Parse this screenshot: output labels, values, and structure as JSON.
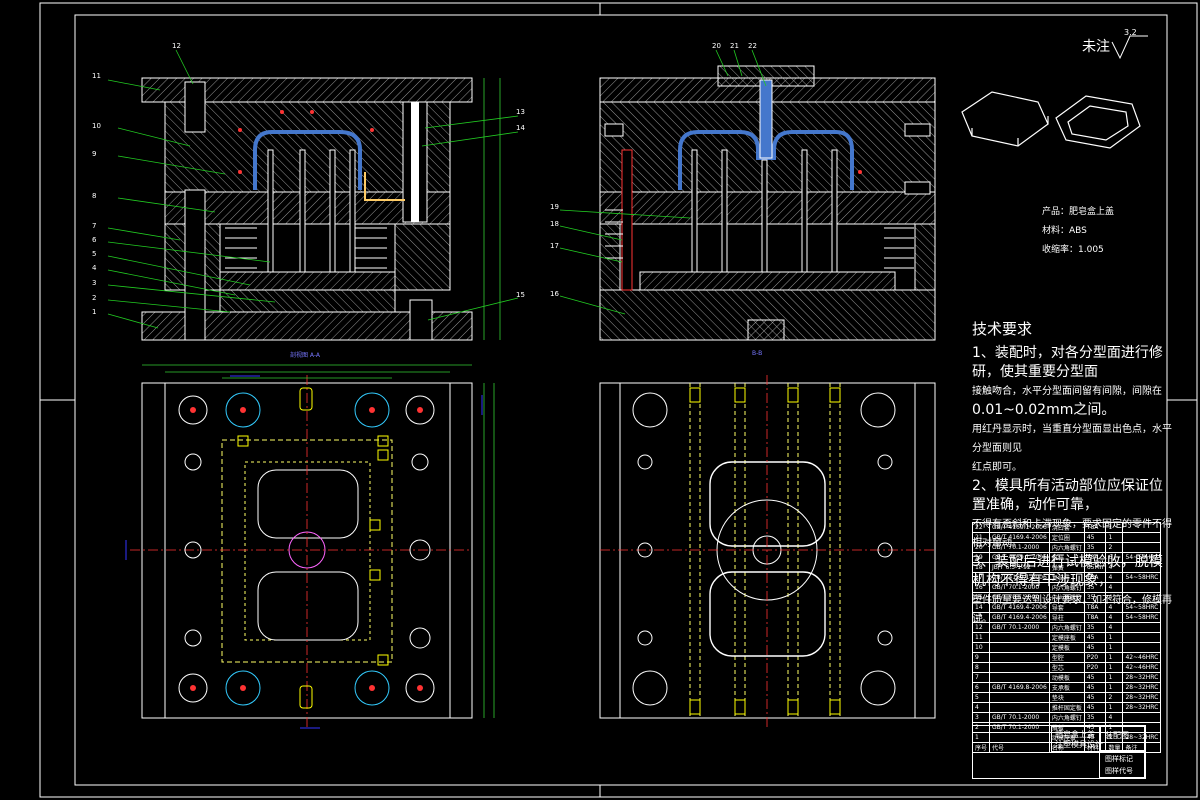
{
  "sheet": {
    "roughness_note": "未注",
    "roughness_value": "3.2",
    "view_label_left": "剖视图 A-A",
    "view_label_right": "B-B"
  },
  "product": {
    "name_label": "产品：肥皂盒上盖",
    "material_label": "材料：ABS",
    "shrink_label": "收缩率：1.005"
  },
  "notes": {
    "title": "技术要求",
    "lines": [
      "1、装配时，对各分型面进行修研，使其重要分型面",
      "接触吻合，水平分型面间留有间隙，间隙在",
      "0.01~0.02mm之间。",
      "用红丹显示时，当重直分型面显出色点，水平分型面则见",
      "红点即可。",
      "2、模具所有活动部位应保证位置准确，动作可靠，",
      "不得有歪斜和卡滞现象，要求固定的零件不得相对窜动。",
      "3、装配后进行试模验收，脱模机构不得有干涉现象，",
      "塑件质量要达到设计要求，如不符合，修模再试。"
    ]
  },
  "callouts_left": [
    "11",
    "10",
    "9",
    "8",
    "7",
    "6",
    "5",
    "4",
    "3",
    "2",
    "1",
    "12",
    "13",
    "14",
    "15"
  ],
  "callouts_right": [
    "20",
    "21",
    "22",
    "19",
    "18",
    "17",
    "16"
  ],
  "bom": {
    "rows": [
      [
        "22",
        "GB/T 4169.1-2006",
        "浇口套",
        "T8A",
        "1",
        ""
      ],
      [
        "21",
        "GB/T 4169.4-2006",
        "定位圈",
        "45",
        "1",
        ""
      ],
      [
        "20",
        "GB/T 70.1-2000",
        "内六角螺钉",
        "35",
        "2",
        ""
      ],
      [
        "19",
        "GB/T 4169.1-2006",
        "推杆",
        "T8A",
        "6",
        "54~58HRC"
      ],
      [
        "18",
        "JB/T 6.5-1-92",
        "弹簧",
        "65Mn",
        "4",
        ""
      ],
      [
        "17",
        "GB/T 4169.1-2006",
        "复位杆",
        "T8A",
        "4",
        "54~58HRC"
      ],
      [
        "16",
        "GB/T 70.1-2000",
        "内六角螺钉",
        "35",
        "4",
        ""
      ],
      [
        "15",
        "GB/T 70.1-2000",
        "内六角螺钉",
        "35",
        "4",
        ""
      ],
      [
        "14",
        "GB/T 4169.4-2006",
        "导套",
        "T8A",
        "4",
        "54~58HRC"
      ],
      [
        "13",
        "GB/T 4169.4-2006",
        "导柱",
        "T8A",
        "4",
        "54~58HRC"
      ],
      [
        "12",
        "GB/T 70.1-2000",
        "内六角螺钉",
        "35",
        "4",
        ""
      ],
      [
        "11",
        "",
        "定模座板",
        "45",
        "1",
        ""
      ],
      [
        "10",
        "",
        "定模板",
        "45",
        "1",
        ""
      ],
      [
        "9",
        "",
        "型腔",
        "P20",
        "1",
        "42~46HRC"
      ],
      [
        "8",
        "",
        "型芯",
        "P20",
        "1",
        "42~46HRC"
      ],
      [
        "7",
        "",
        "动模板",
        "45",
        "1",
        "28~32HRC"
      ],
      [
        "6",
        "GB/T 4169.8-2006",
        "支承板",
        "45",
        "1",
        "28~32HRC"
      ],
      [
        "5",
        "",
        "垫块",
        "45",
        "2",
        "28~32HRC"
      ],
      [
        "4",
        "",
        "推杆固定板",
        "45",
        "1",
        "28~32HRC"
      ],
      [
        "3",
        "GB/T 70.1-2000",
        "内六角螺钉",
        "35",
        "4",
        ""
      ],
      [
        "2",
        "GB/T 70.1-2000",
        "推板",
        "45",
        "1",
        ""
      ],
      [
        "1",
        "",
        "动模座板",
        "45",
        "1",
        "28~32HRC"
      ],
      [
        "序号",
        "代号",
        "名称",
        "材料",
        "数量",
        "备注"
      ]
    ]
  },
  "title_block": {
    "title_line1": "肥皂盒上盖",
    "title_line2": "注塑模具设计",
    "scale": "装配图",
    "drawing_no": "图样代号",
    "school": "图样标记"
  },
  "colors": {
    "background": "#000000",
    "frame": "#ffffff",
    "leader": "#22cc22",
    "centerline": "#ff3333",
    "part_fill": "#ffffff",
    "dimension": "#33cc33",
    "highlight": "#ffff00",
    "hidden": "#ffff66",
    "cavity": "#4477cc",
    "accent": "#ff66ff",
    "section_label": "#3333ff",
    "cyan": "#33ccff"
  }
}
